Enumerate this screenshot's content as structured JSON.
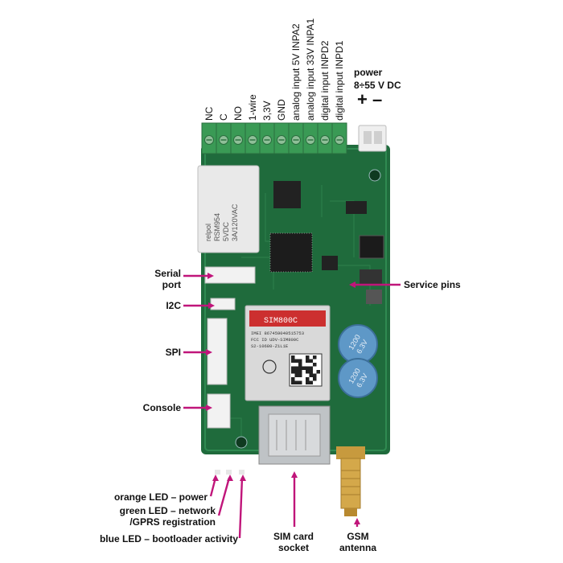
{
  "board": {
    "pcb_color": "#1f6b3c",
    "terminal_color": "#3a9a55",
    "relay_color": "#e9e9e9",
    "relay_text": [
      "relpol",
      "RSM954",
      "5VDC",
      "3A/120VAC"
    ],
    "module_color": "#d9d9d9",
    "module_label_color": "#cc2f2f",
    "module_text": [
      "SIM800C",
      "IMEI 867459040515753",
      "FCC ID UDV-SIM800C",
      "S2-10680-Z1L1E"
    ],
    "capacitor_color": "#5e98c7",
    "capacitor_text": [
      "1200",
      "6.3V",
      "1200",
      "6.3V"
    ],
    "antenna_color": "#d4a84a"
  },
  "leader_color": "#c0157a",
  "terminal_labels": [
    "NC",
    "C",
    "NO",
    "1-wire",
    "3,3V",
    "GND",
    "analog input 5V INPA2",
    "analog input 33V INPA1",
    "digital input INPD2",
    "digital input INPD1"
  ],
  "power": {
    "title": "power",
    "range": "8÷55 V DC",
    "polarity": "+ –"
  },
  "left_labels": {
    "serial": [
      "Serial",
      "port"
    ],
    "i2c": "I2C",
    "spi": "SPI",
    "console": "Console"
  },
  "right_labels": {
    "service": "Service pins"
  },
  "bottom_left_labels": {
    "orange": "orange LED – power",
    "green": [
      "green LED – network",
      "/GPRS registration"
    ],
    "blue": "blue LED – bootloader activity"
  },
  "bottom_labels": {
    "sim": [
      "SIM card",
      "socket"
    ],
    "gsm": [
      "GSM",
      "antenna"
    ]
  }
}
